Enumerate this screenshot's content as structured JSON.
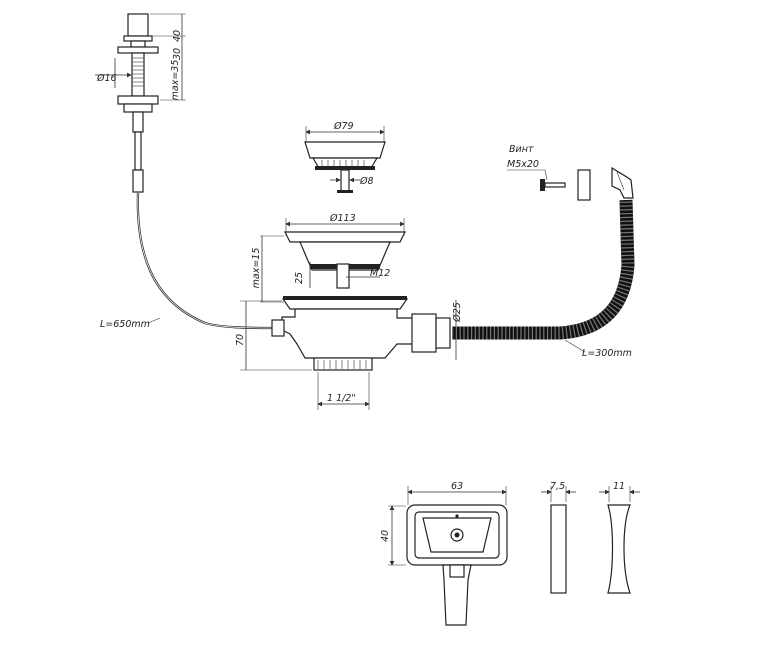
{
  "labels": {
    "d16": "Ø16",
    "max35": "max=35",
    "h30": "30",
    "h40": "40",
    "cable_length": "L=650mm",
    "d79": "Ø79",
    "d8": "Ø8",
    "d113": "Ø113",
    "max15": "max=15",
    "h25": "25",
    "m12": "M12",
    "h70": "70",
    "d25": "Ø25",
    "thread": "1 1/2\"",
    "hose_length": "L=300mm",
    "screw_title": "Винт",
    "screw_size": "M5x20",
    "w63": "63",
    "h40b": "40",
    "w75": "7,5",
    "w11": "11"
  },
  "colors": {
    "line": "#222222",
    "hose": "#111111",
    "background": "#ffffff"
  }
}
